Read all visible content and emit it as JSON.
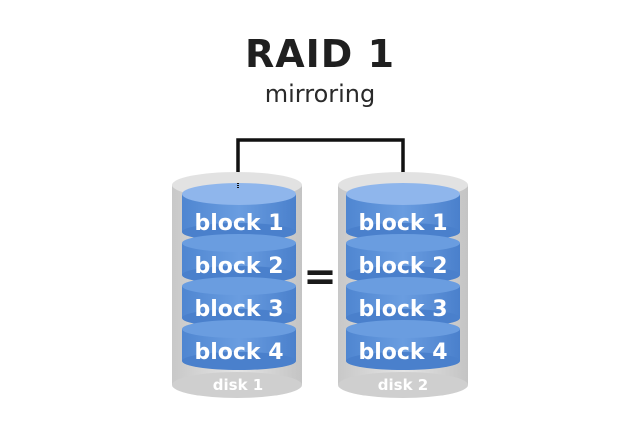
{
  "title": "RAID 1",
  "subtitle": "mirroring",
  "equals": "=",
  "disks": [
    {
      "label": "disk 1",
      "blocks": [
        "block 1",
        "block 2",
        "block 3",
        "block 4"
      ]
    },
    {
      "label": "disk 2",
      "blocks": [
        "block 1",
        "block 2",
        "block 3",
        "block 4"
      ]
    }
  ],
  "colors": {
    "block_fill": "#5b8ed6",
    "block_top": "#8bb3ea",
    "disk_shell": "#d6d6d6",
    "connector": "#111111"
  }
}
